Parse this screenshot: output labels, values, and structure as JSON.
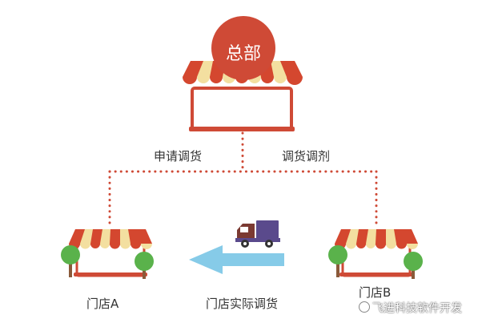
{
  "nodes": {
    "hq": {
      "label": "总部"
    },
    "store_a": {
      "label": "门店A"
    },
    "store_b": {
      "label": "门店B"
    }
  },
  "edges": {
    "apply": {
      "label": "申请调货"
    },
    "allocate": {
      "label": "调货调剂"
    },
    "transfer": {
      "label": "门店实际调货"
    }
  },
  "watermark": "飞进科技软件开发",
  "colors": {
    "brand_red": "#cf4a36",
    "awning_red": "#d4472f",
    "awning_cream": "#f3dfa0",
    "tree_green": "#5ab24b",
    "tree_trunk": "#8a5a3a",
    "arrow_blue": "#86cbe8",
    "truck_purple": "#5a4a8c"
  },
  "icons": [
    "hq-store-icon",
    "store-icon",
    "tree-icon",
    "truck-icon",
    "arrow-left-icon"
  ]
}
